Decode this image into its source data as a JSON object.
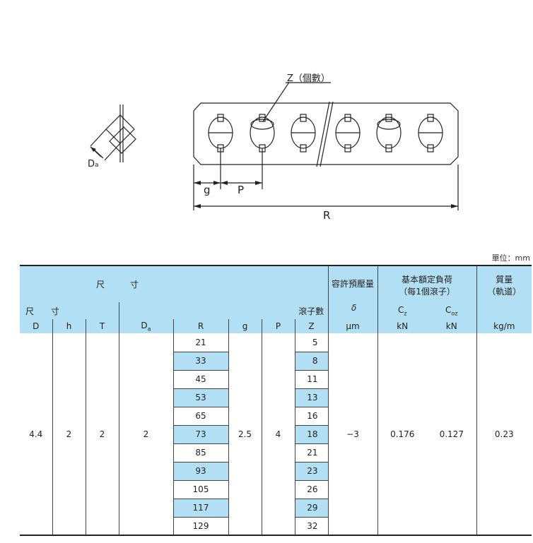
{
  "diagram": {
    "z_label": "Z（個數）",
    "da_label": "D",
    "da_sub": "a",
    "g_label": "g",
    "p_label": "P",
    "r_label": "R"
  },
  "unit_note": "單位：mm",
  "table": {
    "header": {
      "dims_group": "尺　　　寸",
      "dims_sub": "尺　　寸",
      "roller_count": "滾子數",
      "preload": "容許預壓量",
      "delta": "δ",
      "load_group": "基本額定負荷",
      "load_sub": "（每1個滾子）",
      "mass": "質量",
      "mass_sub": "（軌道）",
      "cz": "C",
      "cz_sub": "z",
      "coz": "C",
      "coz_sub": "oz"
    },
    "columns": [
      "D",
      "h",
      "T",
      "D",
      "R",
      "g",
      "P",
      "Z",
      "μm",
      "kN",
      "kN",
      "kg/m"
    ],
    "da_sub": "a",
    "fixed": {
      "D": "4.4",
      "h": "2",
      "T": "2",
      "Da": "2",
      "g": "2.5",
      "P": "4",
      "delta": "−3",
      "Cz": "0.176",
      "Coz": "0.127",
      "mass": "0.23"
    },
    "rows": [
      {
        "R": "21",
        "Z": "5"
      },
      {
        "R": "33",
        "Z": "8"
      },
      {
        "R": "45",
        "Z": "11"
      },
      {
        "R": "53",
        "Z": "13"
      },
      {
        "R": "65",
        "Z": "16"
      },
      {
        "R": "73",
        "Z": "18"
      },
      {
        "R": "85",
        "Z": "21"
      },
      {
        "R": "93",
        "Z": "23"
      },
      {
        "R": "105",
        "Z": "26"
      },
      {
        "R": "117",
        "Z": "29"
      },
      {
        "R": "129",
        "Z": "32"
      }
    ]
  },
  "colors": {
    "header_blue": "#b3dff5",
    "line": "#222222"
  }
}
